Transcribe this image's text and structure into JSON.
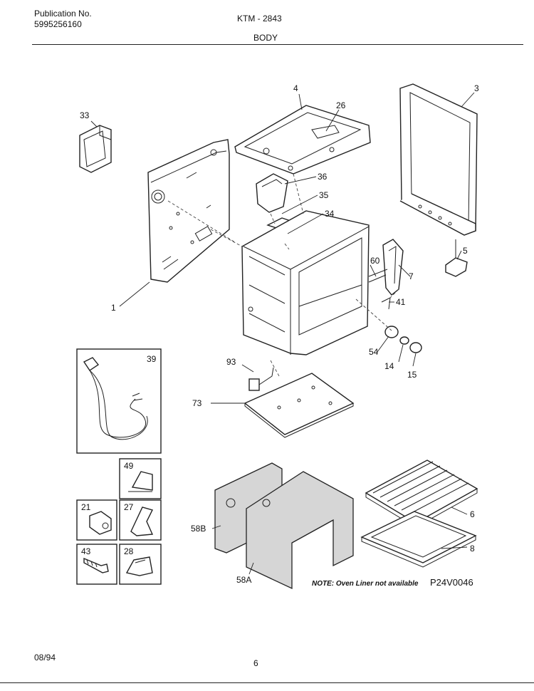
{
  "header": {
    "publication_label": "Publication No.",
    "publication_number": "5995256160",
    "model": "KTM - 2843",
    "section": "BODY"
  },
  "callouts": {
    "p1": "1",
    "p3": "3",
    "p4": "4",
    "p5": "5",
    "p6": "6",
    "p7": "7",
    "p8": "8",
    "p14": "14",
    "p15": "15",
    "p21": "21",
    "p26": "26",
    "p27": "27",
    "p28": "28",
    "p33": "33",
    "p34": "34",
    "p35": "35",
    "p36": "36",
    "p39": "39",
    "p41": "41",
    "p43": "43",
    "p49": "49",
    "p54": "54",
    "p58a": "58A",
    "p58b": "58B",
    "p60": "60",
    "p73": "73",
    "p93": "93"
  },
  "note": "NOTE: Oven Liner not available",
  "drawing_code": "P24V0046",
  "footer": {
    "date": "08/94",
    "page": "6"
  }
}
